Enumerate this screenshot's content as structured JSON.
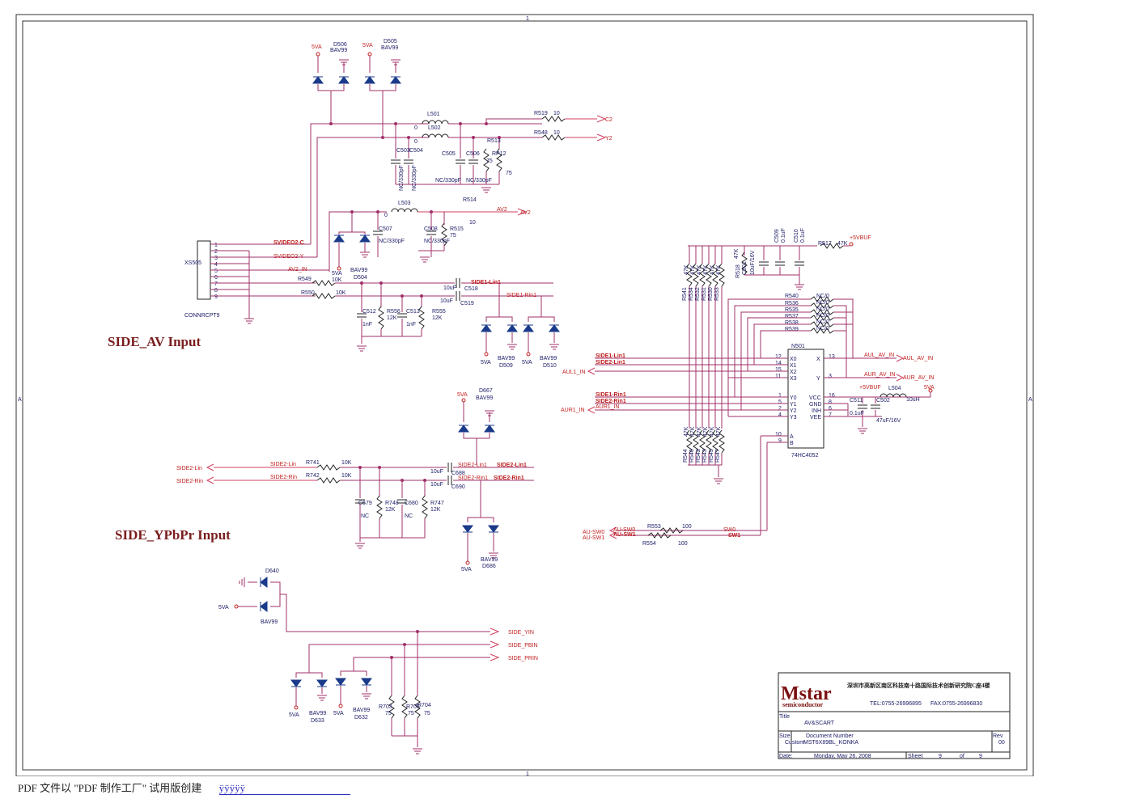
{
  "footer": {
    "text": "PDF 文件以 \"PDF 制作工厂\" 试用版创建",
    "link": "ÿÿÿÿÿ"
  },
  "sections": {
    "side_av": "SIDE_AV Input",
    "side_ypbpr": "SIDE_YPbPr Input"
  },
  "border": {
    "top_num": "1",
    "bottom_num": "1",
    "left_letter": "A",
    "right_letter": "A"
  },
  "titleblock": {
    "logo": "Mstar",
    "logo_sub": "semiconductor",
    "address": "深圳市高新区南区科技南十路国际技术创新研究院C座4楼",
    "tel": "TEL:0755-26996895",
    "fax": "FAX:0755-26996830",
    "title_label": "Title",
    "title": "AV&SCART",
    "size_label": "Size",
    "size": "Custom",
    "docnum_label": "Document Number",
    "docnum": "MST6X89BL_KONKA",
    "rev_label": "Rev",
    "rev": "00",
    "date_label": "Date:",
    "date": "Monday, May 26, 2008",
    "sheet_label": "Sheet",
    "sheet": "9",
    "of_label": "of",
    "of": "9"
  },
  "av": {
    "d506": "D506",
    "d505": "D505",
    "bav99": "BAV99",
    "v5va": "5VA",
    "l501": "L501",
    "l502": "L502",
    "zero": "0",
    "r519": "R519",
    "r548": "R548",
    "ten": "10",
    "c2": "C2",
    "y2": "Y2",
    "c503": "C503",
    "c504": "C504",
    "c505": "C505",
    "c506": "C506",
    "r513": "R513",
    "rp12": "RP12",
    "v75": "75",
    "nc330": "NC/330pF",
    "l503": "L503",
    "r514": "R514",
    "av2": "AV2",
    "c507": "C507",
    "c508": "C508",
    "r515": "R515",
    "xs505": "XS505",
    "connrcpt9": "CONNRCPT9",
    "pins": [
      "1",
      "2",
      "3",
      "4",
      "5",
      "6",
      "7",
      "8",
      "9"
    ],
    "svideo2c": "SVIDEO2-C",
    "svideo2y": "SVIDEO2-Y",
    "av2in": "AV2_IN",
    "d504": "D504",
    "r549": "R549",
    "r550": "R550",
    "k10": "10K",
    "c518": "C518",
    "c519": "C519",
    "u10": "10uF",
    "side1lin1": "SIDE1-Lin1",
    "side1rin1": "SIDE1-Rin1",
    "c512": "C512",
    "r556": "R556",
    "c513": "C513",
    "r555": "R555",
    "nf1": "1nF",
    "k12": "12K",
    "d509": "D509",
    "d510": "D510"
  },
  "mux": {
    "n501": "N501",
    "part": "74HC4052",
    "pins_left": [
      "X0",
      "X1",
      "X2",
      "X3",
      "Y0",
      "Y1",
      "Y2",
      "Y3",
      "A",
      "B"
    ],
    "pins_left_num": [
      "12",
      "14",
      "15",
      "11",
      "1",
      "5",
      "2",
      "4",
      "10",
      "9"
    ],
    "pins_right": [
      "X",
      "Y",
      "VCC",
      "GND",
      "INH",
      "VEE"
    ],
    "pins_right_num": [
      "13",
      "3",
      "16",
      "8",
      "6",
      "7"
    ],
    "in_side1lin1": "SIDE1-Lin1",
    "in_side2lin1": "SIDE2-Lin1",
    "aul1": "AUL1_IN",
    "in_side1rin1": "SIDE1-Rin1",
    "in_side2rin1": "SIDE2-Rin1",
    "aur1": "AUR1_IN",
    "aul_av": "AUL_AV_IN",
    "aur_av": "AUR_AV_IN",
    "r540": "R540",
    "r536": "R536",
    "r535": "R535",
    "r537": "R537",
    "r538": "R538",
    "r539": "R539",
    "nc0": "NC/0",
    "top_res": [
      "R541",
      "R534",
      "R532",
      "R531",
      "R530",
      "R533"
    ],
    "bot_res": [
      "R544",
      "R546",
      "R542",
      "R543",
      "R545",
      "R547"
    ],
    "k47": "47K",
    "r518": "R518",
    "c501": "C501",
    "u10_16": "10uF/16V",
    "c509": "C509",
    "c510": "C510",
    "u01": "0.1uF",
    "r517": "R517",
    "v5buf": "+5VBUF",
    "c511": "C511",
    "c502": "C502",
    "u47": "47uF/16V",
    "l504": "L504",
    "uh10": "10uH",
    "r553": "R553",
    "r554": "R554",
    "v100": "100",
    "ausw0": "AU-SW0",
    "ausw1": "AU-SW1",
    "sw0": "SW0",
    "sw1": "SW1"
  },
  "ypbpr": {
    "d667": "D667",
    "side2lin": "SIDE2-Lin",
    "side2rin": "SIDE2-Rin",
    "r741": "R741",
    "r742": "R742",
    "c688": "C688",
    "c690": "C690",
    "side2lin1": "SIDE2-Lin1",
    "side2rin1": "SIDE2-Rin1",
    "c679": "C679",
    "r748": "R748",
    "c680": "C680",
    "r747": "R747",
    "nc": "NC",
    "d686": "D686",
    "d640": "D640",
    "side_yin": "SIDE_YIN",
    "side_pbin": "SIDE_PBIN",
    "side_prin": "SIDE_PRIN",
    "d633": "D633",
    "d632": "D632",
    "r703": "R703",
    "r705": "R705",
    "r704": "R704"
  }
}
